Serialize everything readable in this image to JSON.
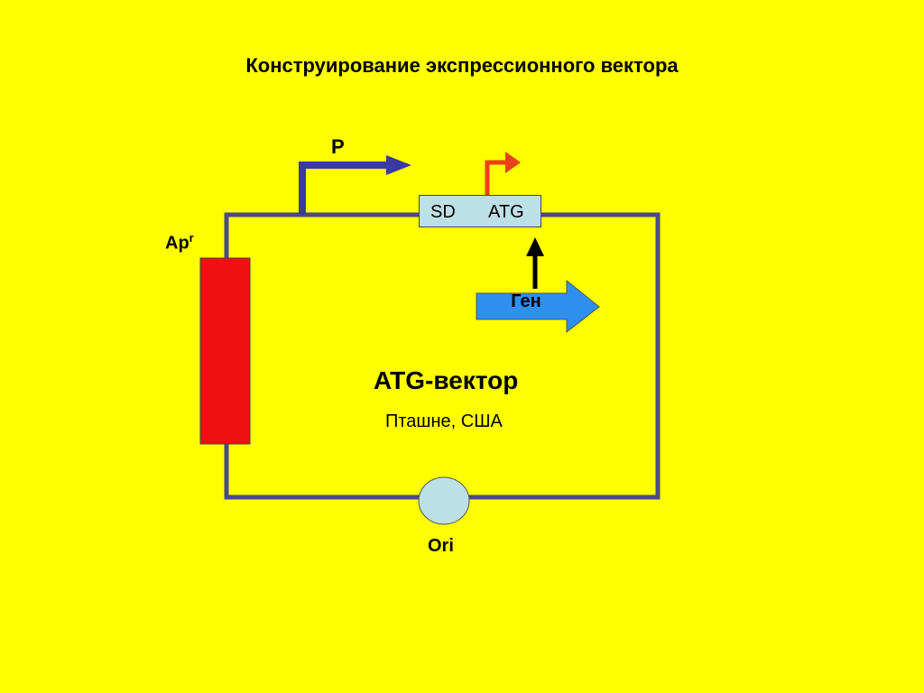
{
  "title": "Конструирование экспрессионного вектора",
  "labels": {
    "promoter": "P",
    "ampicillin_resistance": "Ap",
    "ampicillin_resistance_sup": "r",
    "origin": "Ori",
    "sd": "SD",
    "atg": "ATG",
    "gene": "Ген",
    "vector_name": "ATG-вектор",
    "vector_author": "Пташне, США"
  },
  "colors": {
    "background": "#ffff00",
    "circuit": "#4a4a8a",
    "promoter_arrow": "#3a3aa0",
    "start_arrow": "#e8421a",
    "ampr_block": "#ee1111",
    "ori_circle": "#bde0e6",
    "sd_box": "#bde0e6",
    "gene_arrow": "#2f8fee"
  }
}
